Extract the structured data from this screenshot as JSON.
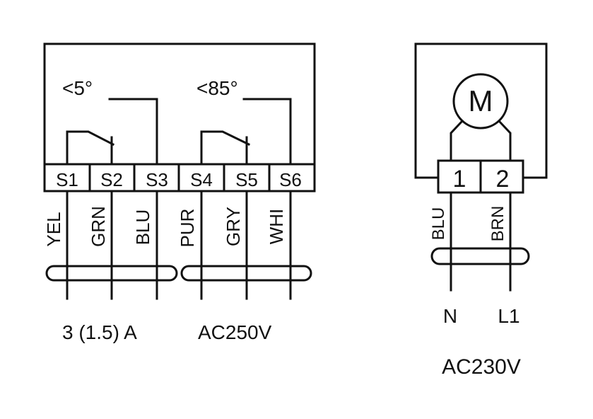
{
  "colors": {
    "line": "#111111",
    "background": "#ffffff"
  },
  "switch_unit": {
    "switch_1_angle": "<5°",
    "switch_2_angle": "<85°",
    "terminals": [
      "S1",
      "S2",
      "S3",
      "S4",
      "S5",
      "S6"
    ],
    "wire_colors": [
      "YEL",
      "GRN",
      "BLU",
      "PUR",
      "GRY",
      "WHI"
    ],
    "rating_current": "3 (1.5) A",
    "rating_voltage": "AC250V"
  },
  "motor_unit": {
    "motor_symbol": "M",
    "terminals": [
      "1",
      "2"
    ],
    "wire_colors": [
      "BLU",
      "BRN"
    ],
    "supply_lines": [
      "N",
      "L1"
    ],
    "supply_voltage": "AC230V"
  }
}
